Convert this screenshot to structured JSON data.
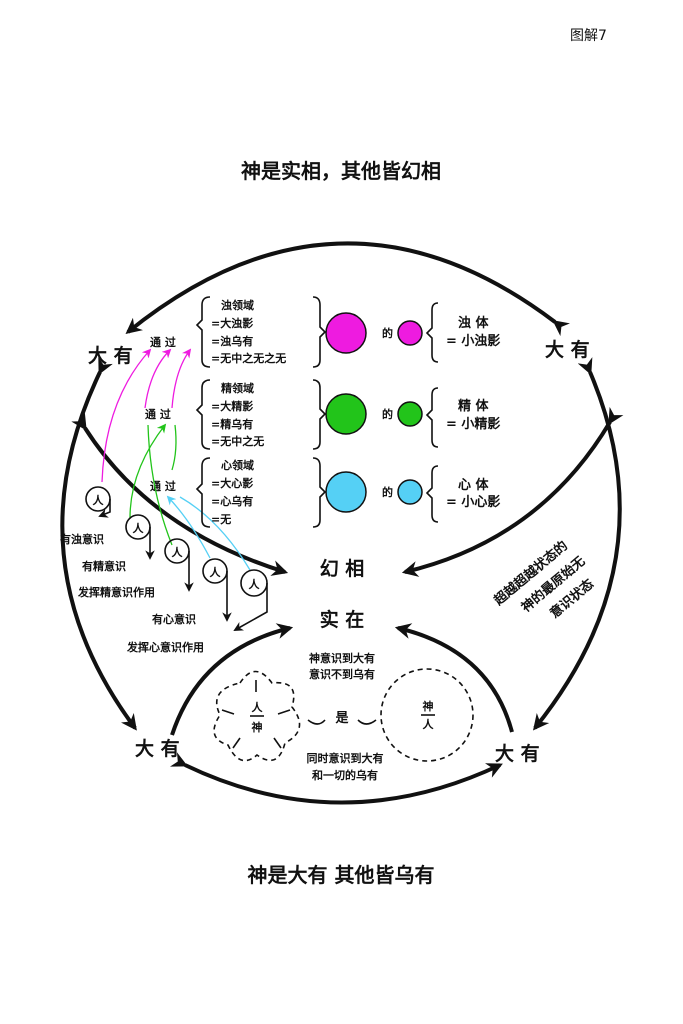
{
  "page_label": "图解7",
  "title_top": "神是实相，其他皆幻相",
  "title_bottom": "神是大有  其他皆乌有",
  "dayou": "大 有",
  "tongguo": "通  过",
  "de": "的",
  "levels": [
    {
      "lines": [
        "浊领域",
        "=大浊影",
        "=浊乌有",
        "=无中之无之无"
      ],
      "body": "浊  体",
      "shadow": "= 小浊影",
      "color": "#ee1be0"
    },
    {
      "lines": [
        "精领域",
        "=大精影",
        "=精乌有",
        "=无中之无"
      ],
      "body": "精  体",
      "shadow": "= 小精影",
      "color": "#22c41a"
    },
    {
      "lines": [
        "心领域",
        "=大心影",
        "=心乌有",
        "=无"
      ],
      "body": "心  体",
      "shadow": "= 小心影",
      "color": "#55d0f5"
    }
  ],
  "person": "人",
  "consciousness": [
    "有浊意识",
    "有精意识",
    "发挥精意识作用",
    "有心意识",
    "发挥心意识作用"
  ],
  "huanxiang": "幻  相",
  "shizai": "实  在",
  "god_aware": [
    "神意识到大有",
    "意识不到乌有"
  ],
  "simultaneous": [
    "同时意识到大有",
    "和一切的乌有"
  ],
  "shi": "是",
  "ren_shen": [
    "人",
    "神"
  ],
  "shen_ren": [
    "神",
    "人"
  ],
  "beyond": [
    "超越超越状态的",
    "神的最原始无",
    "意识状态"
  ]
}
